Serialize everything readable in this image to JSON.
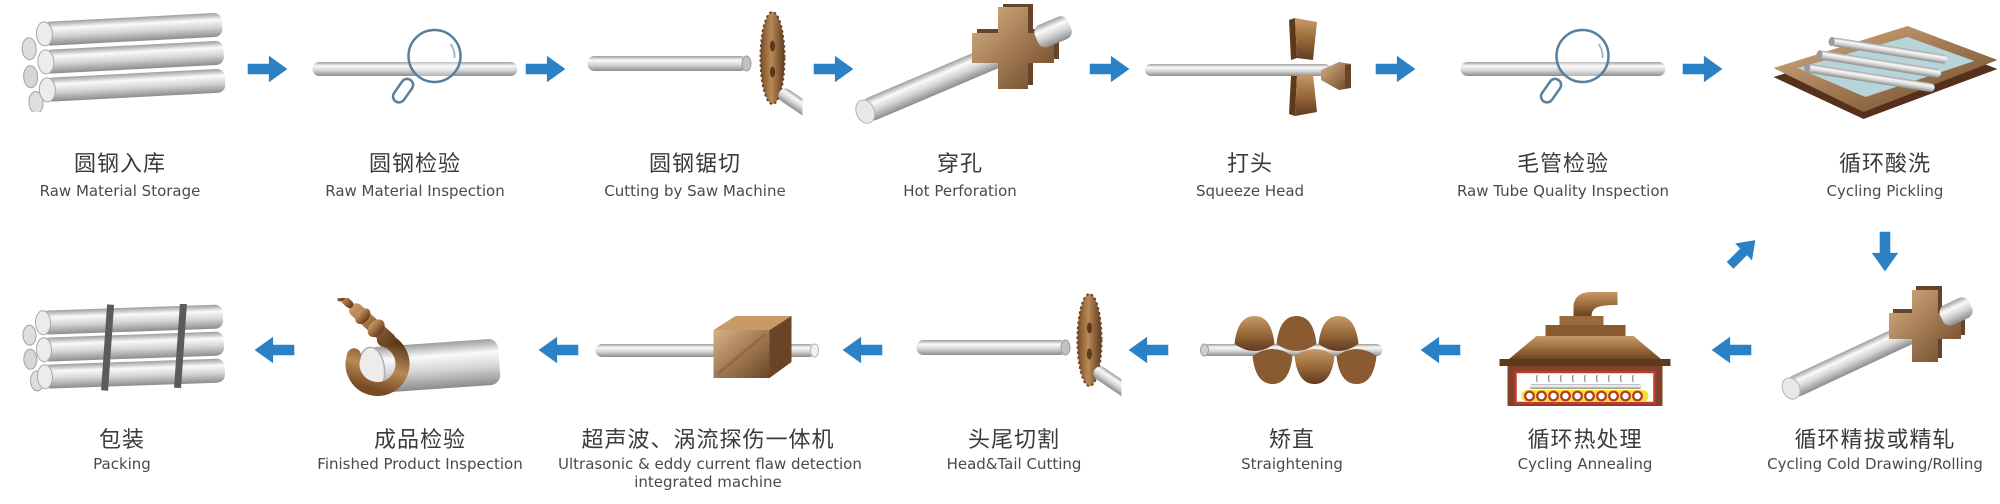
{
  "diagram": {
    "top_row": [
      {
        "zh": "圆钢入库",
        "en": "Raw Material Storage",
        "icon": "pipe-bundle"
      },
      {
        "zh": "圆钢检验",
        "en": "Raw Material Inspection",
        "icon": "pipe-magnifier"
      },
      {
        "zh": "圆钢锯切",
        "en": "Cutting by Saw Machine",
        "icon": "saw-cutting"
      },
      {
        "zh": "穿孔",
        "en": "Hot Perforation",
        "icon": "piercing-die"
      },
      {
        "zh": "打头",
        "en": "Squeeze Head",
        "icon": "squeeze-head-die"
      },
      {
        "zh": "毛管检验",
        "en": "Raw Tube Quality Inspection",
        "icon": "pipe-magnifier"
      },
      {
        "zh": "循环酸洗",
        "en": "Cycling Pickling",
        "icon": "pickling-bath"
      }
    ],
    "bottom_row": [
      {
        "zh": "包装",
        "en": "Packing",
        "icon": "packed-bundle"
      },
      {
        "zh": "成品检验",
        "en": "Finished Product Inspection",
        "icon": "caliper-inspection"
      },
      {
        "zh": "超声波、涡流探伤一体机",
        "en": "Ultrasonic & eddy current flaw detection",
        "en2": "integrated machine",
        "icon": "flaw-detector-box"
      },
      {
        "zh": "头尾切割",
        "en": "Head&Tail Cutting",
        "icon": "saw-cutting"
      },
      {
        "zh": "矫直",
        "en": "Straightening",
        "icon": "straightening-rolls"
      },
      {
        "zh": "循环热处理",
        "en": "Cycling Annealing",
        "icon": "annealing-furnace"
      },
      {
        "zh": "循环精拔或精轧",
        "en": "Cycling Cold Drawing/Rolling",
        "icon": "cold-drawing-die"
      }
    ],
    "colors": {
      "arrow_blue": "#2b81c5",
      "copper_brown": "#9a6a3b",
      "steel_gray": "#c9c9c9",
      "furnace_red": "#c13a2c",
      "roller_band_yellow": "#f6df2e",
      "pickling_liquid": "#b7d5d9",
      "magnifier_stroke": "#56809c",
      "label_zh": "#3b3b3b",
      "label_en": "#4a4a4a"
    }
  }
}
